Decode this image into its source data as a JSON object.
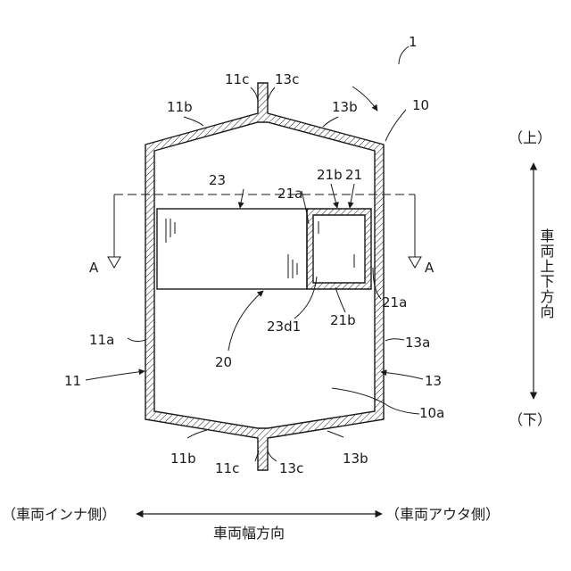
{
  "labels": {
    "n1": "1",
    "n10": "10",
    "n10a": "10a",
    "n11": "11",
    "n11a": "11a",
    "n11b_top": "11b",
    "n11b_bot": "11b",
    "n11c_top": "11c",
    "n11c_bot": "11c",
    "n13": "13",
    "n13a": "13a",
    "n13b_top": "13b",
    "n13b_bot": "13b",
    "n13c_top": "13c",
    "n13c_bot": "13c",
    "n20": "20",
    "n21": "21",
    "n21a_top": "21a",
    "n21a_right": "21a",
    "n21b_top": "21b",
    "n21b_bot": "21b",
    "n23": "23",
    "n23d1": "23d1",
    "A_left": "A",
    "A_right": "A"
  },
  "axis": {
    "up": "（上）",
    "down": "（下）",
    "vertical": "車両上下方向",
    "inner": "（車両インナ側）",
    "outer": "（車両アウタ側）",
    "horizontal": "車両幅方向"
  }
}
